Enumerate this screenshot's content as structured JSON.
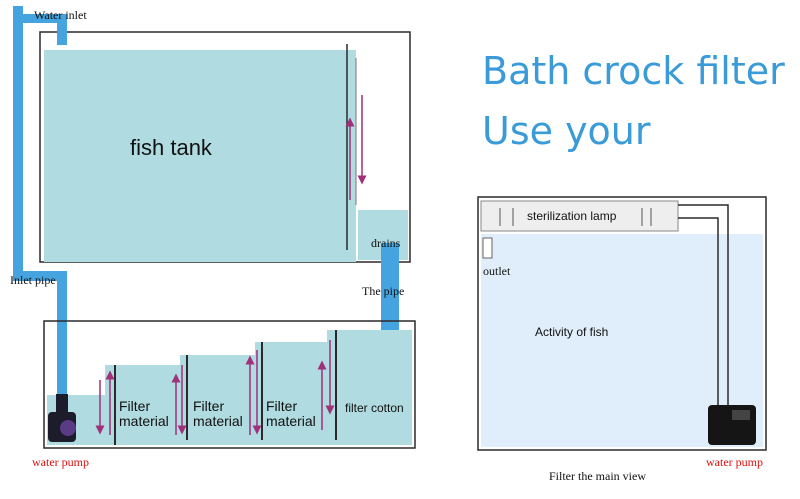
{
  "labels": {
    "water_inlet": "Water inlet",
    "fish_tank": "fish tank",
    "drains": "drains",
    "inlet_pipe": "Inlet pipe",
    "the_pipe": "The pipe",
    "filter_material_1_line1": "Filter",
    "filter_material_1_line2": "material",
    "filter_material_2_line1": "Filter",
    "filter_material_2_line2": "material",
    "filter_material_3_line1": "Filter",
    "filter_material_3_line2": "material",
    "filter_cotton": "filter cotton",
    "water_pump_left": "water pump",
    "sterilization_lamp": "sterilization lamp",
    "outlet": "outlet",
    "activity_of_fish": "Activity of fish",
    "filter_main_view": "Filter the main view",
    "water_pump_right": "water pump"
  },
  "headline": {
    "line1": "Bath crock filter",
    "line2": "Use your"
  },
  "colors": {
    "water": "#b0dbe0",
    "water_right": "#dfeefa",
    "pipe": "#45a4e0",
    "outline": "#2a2a2a",
    "flow_arrow": "#a0307a",
    "headline": "#3a9bd8",
    "pump_label": "#e01010"
  }
}
